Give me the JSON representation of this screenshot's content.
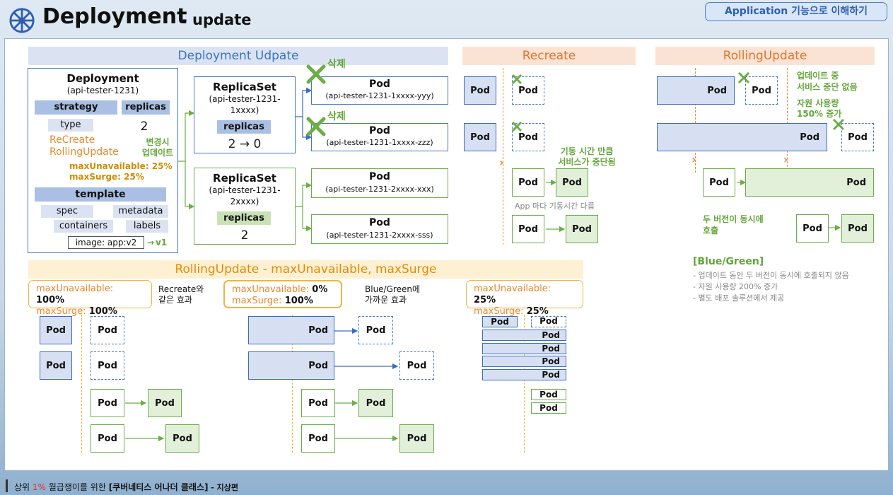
{
  "title": {
    "main": "Deployment",
    "sub": "- update",
    "topic_button": "Application 기능으로 이해하기"
  },
  "colors": {
    "blue": "#4575c8",
    "green": "#6aae45",
    "orange": "#e8882c",
    "gold": "#f0b440"
  },
  "section_titles": {
    "deployment_update": "Deployment Udpate",
    "recreate": "Recreate",
    "rolling_update": "RollingUpdate",
    "rolling_params": "RollingUpdate - maxUnavailable, maxSurge"
  },
  "deployment_spec": {
    "title": "Deployment",
    "name": "(api-tester-1231)",
    "strategy": "strategy",
    "replicas_label": "replicas",
    "replicas_value": "2",
    "type": "type",
    "recreate": "ReCreate",
    "rolling": "RollingUpdate",
    "change_note_1": "변경시",
    "change_note_2": "업데이트",
    "max_unavailable": "maxUnavailable: 25%",
    "max_surge": "maxSurge: 25%",
    "template": "template",
    "spec": "spec",
    "metadata": "metadata",
    "containers": "containers",
    "labels": "labels",
    "image": "image: app:v2",
    "image_new": "v1"
  },
  "replicasets": [
    {
      "title": "ReplicaSet",
      "name_1": "(api-tester-1231-",
      "name_2": "1xxxx)",
      "replicas_label": "replicas",
      "replicas_value": "2 → 0"
    },
    {
      "title": "ReplicaSet",
      "name_1": "(api-tester-1231-",
      "name_2": "2xxxx)",
      "replicas_label": "replicas",
      "replicas_value": "2"
    }
  ],
  "pods_update": [
    {
      "title": "Pod",
      "name": "(api-tester-1231-1xxxx-yyy)",
      "deleted": "삭제"
    },
    {
      "title": "Pod",
      "name": "(api-tester-1231-1xxxx-zzz)",
      "deleted": "삭제"
    },
    {
      "title": "Pod",
      "name": "(api-tester-1231-2xxxx-xxx)"
    },
    {
      "title": "Pod",
      "name": "(api-tester-1231-2xxxx-sss)"
    }
  ],
  "pod_label": "Pod",
  "recreate_notes": {
    "downtime_1": "기동 시간 만큼",
    "downtime_2": "서비스가 중단됨",
    "per_app": "App 마다 기동시간 다름"
  },
  "rolling_notes": {
    "no_downtime_1": "업데이트 중",
    "no_downtime_2": "서비스 중단 없음",
    "resource_1": "자원 사용량",
    "resource_2": "150% 증가",
    "both_1": "두 버전이 동시에",
    "both_2": "호출"
  },
  "blue_green": {
    "title": "[Blue/Green]",
    "items": [
      "- 업데이트 동안 두 버전이 동시에 호출되지 않음",
      "- 자원 사용량 200% 증가",
      "- 별도 배포 솔루션에서 제공"
    ]
  },
  "rolling_params": [
    {
      "mu_label": "maxUnavailable: ",
      "mu_value": "100%",
      "ms_label": "maxSurge: ",
      "ms_value": "100%",
      "note_1": "Recreate와",
      "note_2": "같은 효과"
    },
    {
      "mu_label": "maxUnavailable: ",
      "mu_value": "0%",
      "ms_label": "maxSurge: ",
      "ms_value": "100%",
      "note_1": "Blue/Green에",
      "note_2": "가까운 효과"
    },
    {
      "mu_label": "maxUnavailable: ",
      "mu_value": "25%",
      "ms_label": "maxSurge: ",
      "ms_value": "25%"
    }
  ],
  "footer": {
    "prefix": "상위 ",
    "highlight": "1%",
    "middle": " 월급쟁이를 위한 ",
    "course": "[쿠버네티스 어나더 클래스]",
    "suffix": " - 지상편"
  }
}
